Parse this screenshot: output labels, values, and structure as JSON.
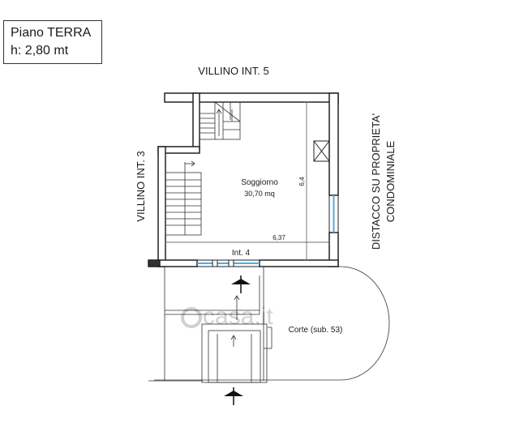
{
  "legend": {
    "floor": "Piano TERRA",
    "height": "h: 2,80 mt"
  },
  "labels": {
    "north_neighbor": "VILLINO INT. 5",
    "west_neighbor": "VILLINO INT. 3",
    "east_line1": "DISTACCO SU PROPRIETA'",
    "east_line2": "CONDOMINIALE",
    "room_name": "Soggiorno",
    "room_area": "30,70 mq",
    "dim_vertical": "6,4",
    "dim_horizontal": "6,37",
    "unit_label": "Int. 4",
    "court_label": "Corte (sub. 53)",
    "watermark": "casa.it"
  }
}
